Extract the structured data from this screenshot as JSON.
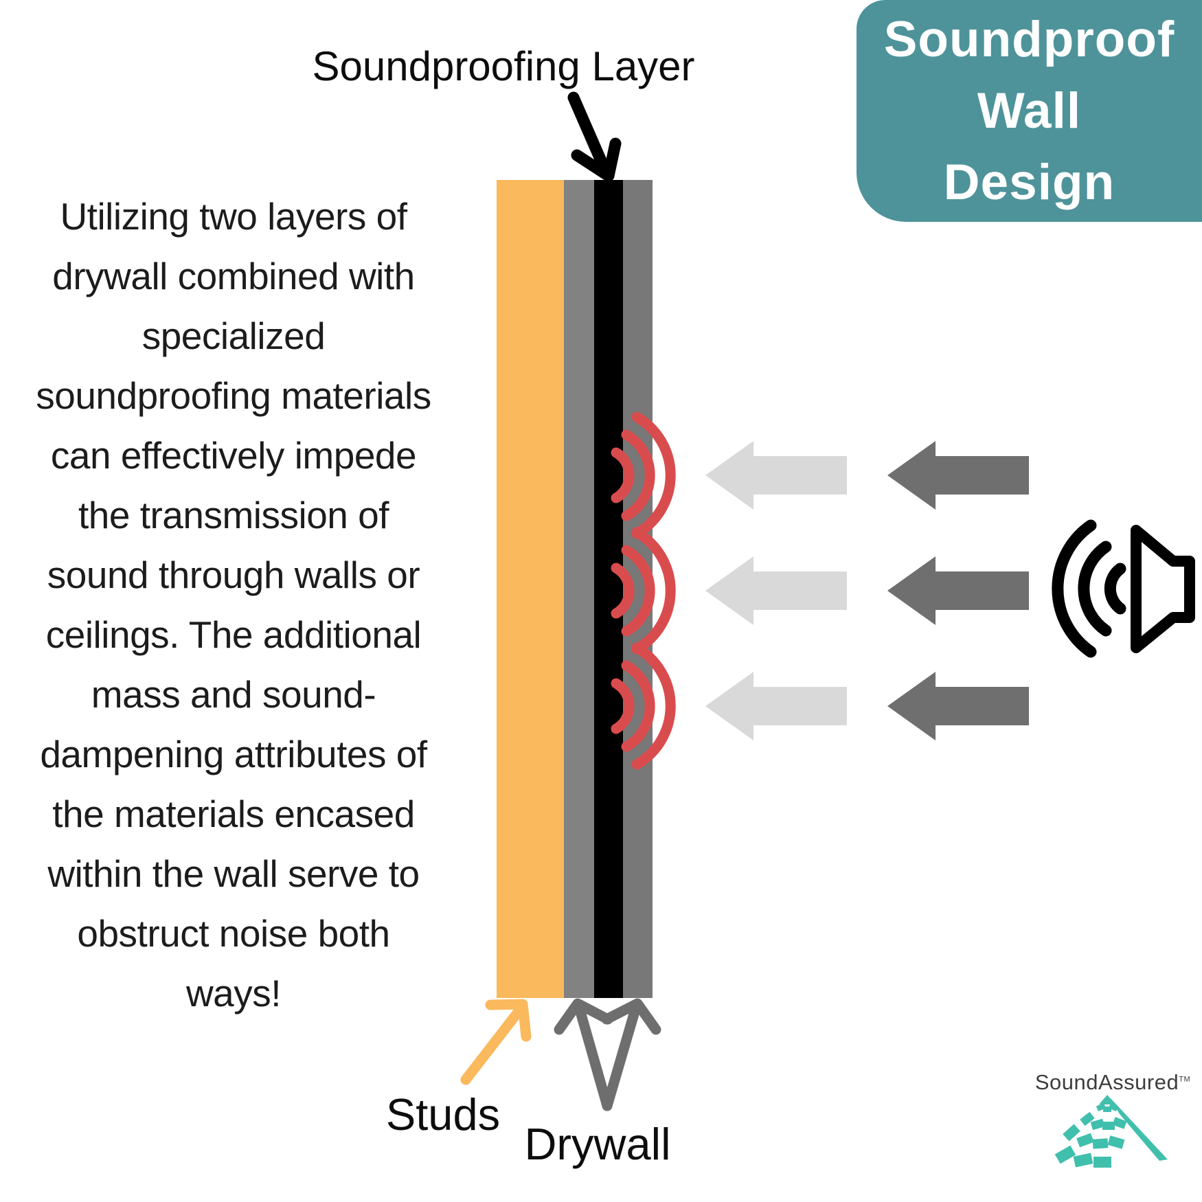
{
  "header": {
    "title": "Soundproof\nWall\nDesign",
    "background_color": "#4E939A",
    "text_color": "#FFFFFF"
  },
  "paragraph": {
    "text": "Utilizing two layers of\ndrywall combined with\nspecialized\nsoundproofing materials\ncan effectively impede\nthe transmission of\nsound through walls or\nceilings. The additional\nmass and sound-\ndampening attributes of\nthe materials encased\nwithin the wall serve to\nobstruct noise both\nways!"
  },
  "diagram": {
    "top_label": "Soundproofing Layer",
    "studs_label": "Studs",
    "drywall_label": "Drywall",
    "layers": [
      {
        "name": "Studs",
        "color": "#F9B95C"
      },
      {
        "name": "Drywall (inner)",
        "color": "#828282"
      },
      {
        "name": "Soundproofing Layer",
        "color": "#000000"
      },
      {
        "name": "Drywall (outer)",
        "color": "#787878"
      }
    ],
    "sound_wave_color": "#D94C4E",
    "blocked_arrow_color": "#D9D9D9",
    "incoming_arrow_color": "#6F6F6F",
    "stud_arrow_color": "#F9B95C",
    "drywall_arrow_color": "#6E6E6E",
    "pointer_arrow_color": "#000000"
  },
  "logo": {
    "brand": "SoundAssured",
    "trademark": "TM",
    "pyramid_color": "#41BFAD",
    "text_color": "#3D3D3D"
  }
}
